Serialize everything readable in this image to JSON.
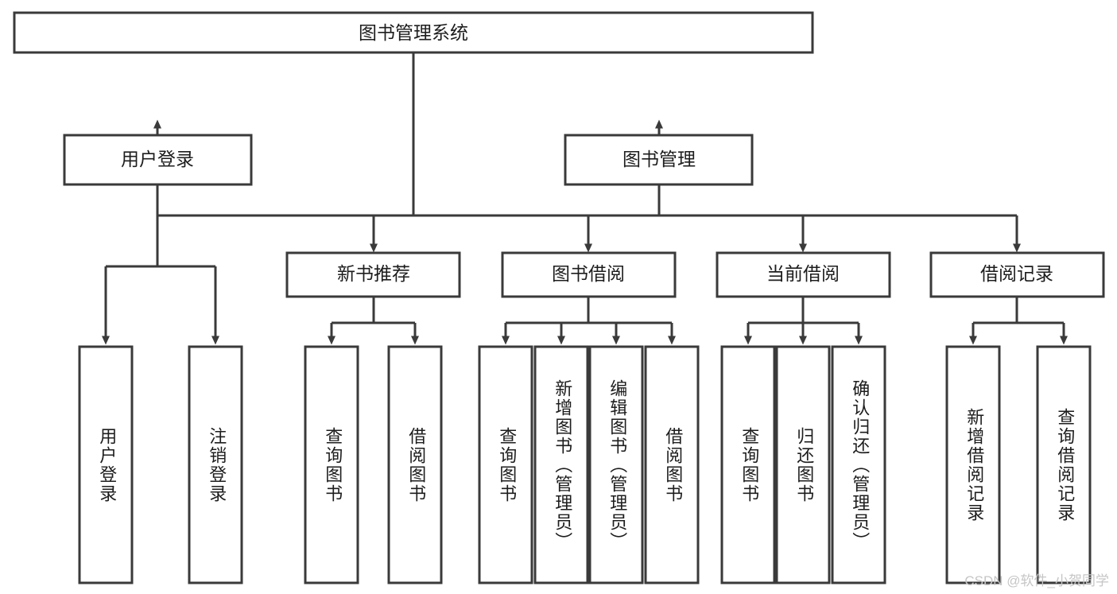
{
  "diagram": {
    "type": "tree-flowchart",
    "title_node": "图书管理系统",
    "watermark": "CSDN @软件_小贺同学",
    "colors": {
      "stroke": "#3a3a3a",
      "fill": "#ffffff",
      "text": "#1d1d1d",
      "watermark": "#c6c6c6",
      "background": "#ffffff"
    },
    "levels": {
      "root": {
        "label": "图书管理系统"
      },
      "level2": [
        {
          "label": "用户登录"
        },
        {
          "label": "图书管理"
        }
      ],
      "level3": [
        {
          "label": "新书推荐"
        },
        {
          "label": "图书借阅"
        },
        {
          "label": "当前借阅"
        },
        {
          "label": "借阅记录"
        }
      ],
      "leaves": {
        "user_login": [
          {
            "label": "用户登录"
          },
          {
            "label": "注销登录"
          }
        ],
        "new_book_recommend": [
          {
            "label": "查询图书"
          },
          {
            "label": "借阅图书"
          }
        ],
        "book_borrow": [
          {
            "label": "查询图书"
          },
          {
            "label": "新增图书（管理员）"
          },
          {
            "label": "编辑图书（管理员）"
          },
          {
            "label": "借阅图书"
          }
        ],
        "current_borrow": [
          {
            "label": "查询图书"
          },
          {
            "label": "归还图书"
          },
          {
            "label": "确认归还（管理员）"
          }
        ],
        "borrow_records": [
          {
            "label": "新增借阅记录"
          },
          {
            "label": "查询借阅记录"
          }
        ]
      }
    }
  }
}
